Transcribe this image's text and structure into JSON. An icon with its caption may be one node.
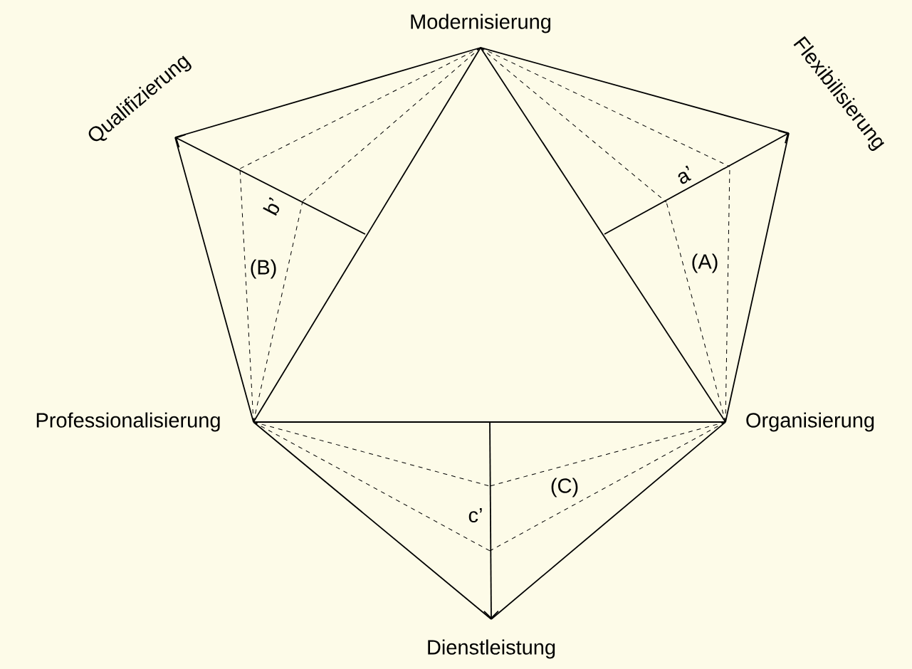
{
  "diagram": {
    "nodes": [
      {
        "text": [
          "Modernisierung"
        ]
      },
      {
        "text": [
          "Qualifizierung"
        ]
      },
      {
        "text": [
          "Flexibilisierung"
        ]
      },
      {
        "text": [
          "Professionalisierung"
        ]
      },
      {
        "text": [
          "Organisierung"
        ]
      },
      {
        "text": [
          "Dienstleistung"
        ]
      }
    ],
    "edges": [
      {
        "from": 0,
        "to": 1,
        "arrow": "none"
      },
      {
        "from": 0,
        "to": 2,
        "arrow": "none"
      },
      {
        "from": 0,
        "to": 3,
        "arrow": "none"
      },
      {
        "from": 0,
        "to": 4,
        "arrow": "none"
      },
      {
        "from": 1,
        "to": 3,
        "arrow": "none"
      },
      {
        "from": 2,
        "to": 4,
        "arrow": "none"
      },
      {
        "from": 3,
        "to": 4,
        "arrow": "none"
      },
      {
        "from": 3,
        "to": 5,
        "arrow": "none"
      },
      {
        "from": 4,
        "to": 5,
        "arrow": "none"
      },
      {
        "from": null,
        "to": 2,
        "arrow": "to",
        "label": "a’"
      },
      {
        "from": null,
        "to": 1,
        "arrow": "to",
        "label": "b’"
      },
      {
        "from": null,
        "to": 5,
        "arrow": "to",
        "label": "c’"
      }
    ],
    "labels": [
      "(B)",
      "(A)",
      "(C)"
    ]
  }
}
